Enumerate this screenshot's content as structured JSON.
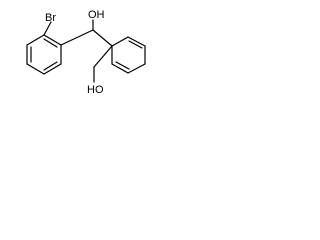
{
  "molecule": {
    "atom_labels": {
      "bromine": "Br",
      "hydroxyl_top": "OH",
      "hydroxyl_bottom": "HO"
    },
    "colors": {
      "bond": "#000000",
      "text": "#000000",
      "background": "#ffffff"
    }
  }
}
